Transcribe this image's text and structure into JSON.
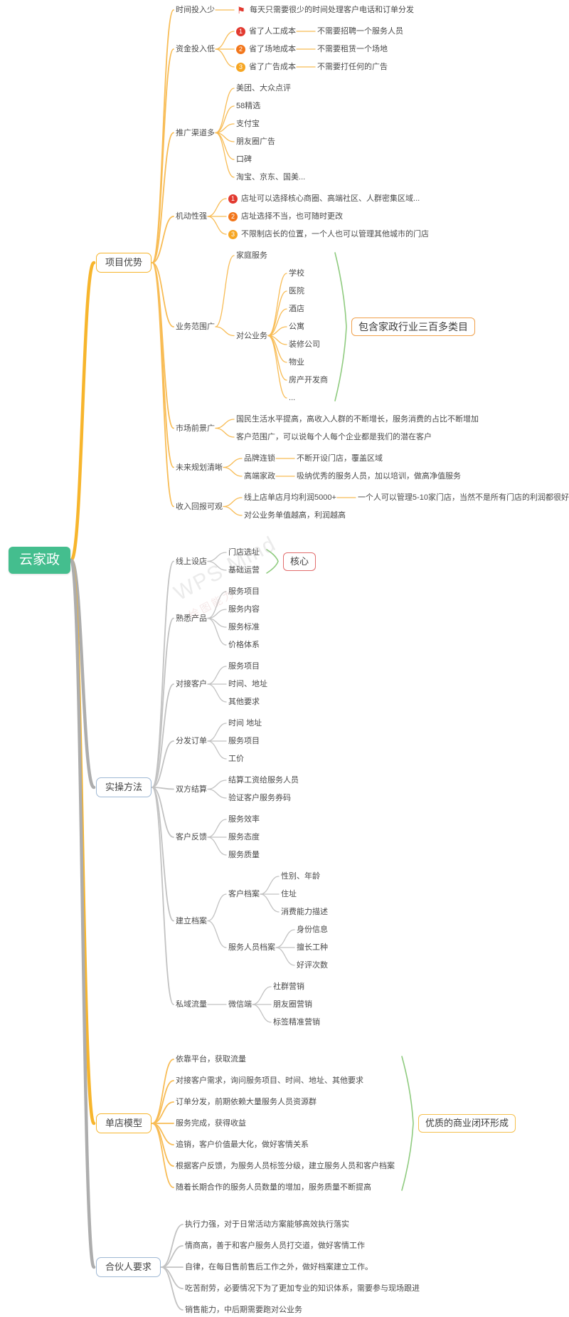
{
  "watermark": {
    "title": "WPS Mind",
    "subtitle": "绘图能力"
  },
  "palette": {
    "root_green": "#44BE8E",
    "branch_yellow": "#F7B52C",
    "branch_yellow_light": "#F8BC55",
    "branch_gray": "#ADADAD",
    "branch_gray_light": "#C2C2C2",
    "summary_green": "#8FCB7F",
    "badge_red": "#E23A30",
    "badge_orange": "#F2761B",
    "badge_amber": "#F6A623"
  },
  "tree": {
    "label": "云家政",
    "cls": "root",
    "children": [
      {
        "label": "项目优势",
        "cls": "branch b-yellow",
        "color": "#F7B52C",
        "colorLight": "#F8BC55",
        "children": [
          {
            "label": "时间投入少",
            "children": [
              {
                "label": "每天只需要很少的时间处理客户电话和订单分发",
                "badge": "⚑",
                "badgeType": "flag"
              }
            ]
          },
          {
            "label": "资金投入低",
            "children": [
              {
                "label": "省了人工成本",
                "badge": "1",
                "badgeType": "red",
                "children": [
                  {
                    "label": "不需要招聘一个服务人员"
                  }
                ]
              },
              {
                "label": "省了场地成本",
                "badge": "2",
                "badgeType": "orange",
                "children": [
                  {
                    "label": "不需要租赁一个场地"
                  }
                ]
              },
              {
                "label": "省了广告成本",
                "badge": "3",
                "badgeType": "amber",
                "children": [
                  {
                    "label": "不需要打任何的广告"
                  }
                ]
              }
            ]
          },
          {
            "label": "推广渠道多",
            "children": [
              {
                "label": "美团、大众点评"
              },
              {
                "label": "58精选"
              },
              {
                "label": "支付宝"
              },
              {
                "label": "朋友圈广告"
              },
              {
                "label": "口碑"
              },
              {
                "label": "淘宝、京东、国美..."
              }
            ]
          },
          {
            "label": "机动性强",
            "children": [
              {
                "label": "店址可以选择核心商圈、高端社区、人群密集区域...",
                "badge": "1",
                "badgeType": "red"
              },
              {
                "label": "店址选择不当，也可随时更改",
                "badge": "2",
                "badgeType": "orange"
              },
              {
                "label": "不限制店长的位置，一个人也可以管理其他城市的门店",
                "badge": "3",
                "badgeType": "amber"
              }
            ]
          },
          {
            "label": "业务范围广",
            "summary": {
              "label": "包含家政行业三百多类目",
              "cls": "callout-orange"
            },
            "children": [
              {
                "label": "家庭服务"
              },
              {
                "label": "对公业务",
                "children": [
                  {
                    "label": "学校"
                  },
                  {
                    "label": "医院"
                  },
                  {
                    "label": "酒店"
                  },
                  {
                    "label": "公寓"
                  },
                  {
                    "label": "装修公司"
                  },
                  {
                    "label": "物业"
                  },
                  {
                    "label": "房产开发商"
                  },
                  {
                    "label": "..."
                  }
                ]
              }
            ]
          },
          {
            "label": "市场前景广",
            "children": [
              {
                "label": "国民生活水平提高，高收入人群的不断增长，服务消费的占比不断增加"
              },
              {
                "label": "客户范围广，可以说每个人每个企业都是我们的潜在客户"
              }
            ]
          },
          {
            "label": "未来规划清晰",
            "children": [
              {
                "label": "品牌连锁",
                "children": [
                  {
                    "label": "不断开设门店，覆盖区域"
                  }
                ]
              },
              {
                "label": "高端家政",
                "children": [
                  {
                    "label": "吸纳优秀的服务人员，加以培训，做高净值服务"
                  }
                ]
              }
            ]
          },
          {
            "label": "收入回报可观",
            "children": [
              {
                "label": "线上店单店月均利润5000+",
                "children": [
                  {
                    "label": "一个人可以管理5-10家门店，当然不是所有门店的利润都很好。"
                  }
                ]
              },
              {
                "label": "对公业务单值越高，利润越高"
              }
            ]
          }
        ]
      },
      {
        "label": "实操方法",
        "cls": "branch b-blue",
        "color": "#ADADAD",
        "colorLight": "#C2C2C2",
        "children": [
          {
            "label": "线上设店",
            "summary": {
              "label": "核心",
              "cls": "callout-red"
            },
            "children": [
              {
                "label": "门店选址"
              },
              {
                "label": "基础运营"
              }
            ]
          },
          {
            "label": "熟悉产品",
            "children": [
              {
                "label": "服务项目"
              },
              {
                "label": "服务内容"
              },
              {
                "label": "服务标准"
              },
              {
                "label": "价格体系"
              }
            ]
          },
          {
            "label": "对接客户",
            "children": [
              {
                "label": "服务项目"
              },
              {
                "label": "时间、地址"
              },
              {
                "label": "其他要求"
              }
            ]
          },
          {
            "label": "分发订单",
            "children": [
              {
                "label": "时间 地址"
              },
              {
                "label": "服务项目"
              },
              {
                "label": "工价"
              }
            ]
          },
          {
            "label": "双方结算",
            "children": [
              {
                "label": "结算工资给服务人员"
              },
              {
                "label": "验证客户服务券码"
              }
            ]
          },
          {
            "label": "客户反馈",
            "children": [
              {
                "label": "服务效率"
              },
              {
                "label": "服务态度"
              },
              {
                "label": "服务质量"
              }
            ]
          },
          {
            "label": "建立档案",
            "children": [
              {
                "label": "客户档案",
                "children": [
                  {
                    "label": "性别、年龄"
                  },
                  {
                    "label": "住址"
                  },
                  {
                    "label": "消费能力描述"
                  }
                ]
              },
              {
                "label": "服务人员档案",
                "children": [
                  {
                    "label": "身份信息"
                  },
                  {
                    "label": "擅长工种"
                  },
                  {
                    "label": "好评次数"
                  }
                ]
              }
            ]
          },
          {
            "label": "私域流量",
            "children": [
              {
                "label": "微信端",
                "children": [
                  {
                    "label": "社群营销"
                  },
                  {
                    "label": "朋友圈营销"
                  },
                  {
                    "label": "标签精准营销"
                  }
                ]
              }
            ]
          }
        ]
      },
      {
        "label": "单店模型",
        "cls": "branch b-yellow",
        "color": "#F7B52C",
        "colorLight": "#F8BC55",
        "summary": {
          "label": "优质的商业闭环形成",
          "cls": "callout-yellow"
        },
        "children": [
          {
            "label": "依靠平台，获取流量"
          },
          {
            "label": "对接客户需求，询问服务项目、时间、地址、其他要求"
          },
          {
            "label": "订单分发，前期依赖大量服务人员资源群"
          },
          {
            "label": "服务完成，获得收益"
          },
          {
            "label": "追销，客户价值最大化，做好客情关系"
          },
          {
            "label": "根据客户反馈，为服务人员标签分级，建立服务人员和客户档案"
          },
          {
            "label": "随着长期合作的服务人员数量的增加，服务质量不断提高"
          }
        ]
      },
      {
        "label": "合伙人要求",
        "cls": "branch b-blue",
        "color": "#ADADAD",
        "colorLight": "#C2C2C2",
        "children": [
          {
            "label": "执行力强，对于日常活动方案能够高效执行落实"
          },
          {
            "label": "情商高，善于和客户服务人员打交道，做好客情工作"
          },
          {
            "label": "自律，在每日售前售后工作之外，做好档案建立工作。"
          },
          {
            "label": "吃苦耐劳，必要情况下为了更加专业的知识体系，需要参与现场跟进"
          },
          {
            "label": "销售能力，中后期需要跑对公业务"
          }
        ]
      }
    ]
  }
}
